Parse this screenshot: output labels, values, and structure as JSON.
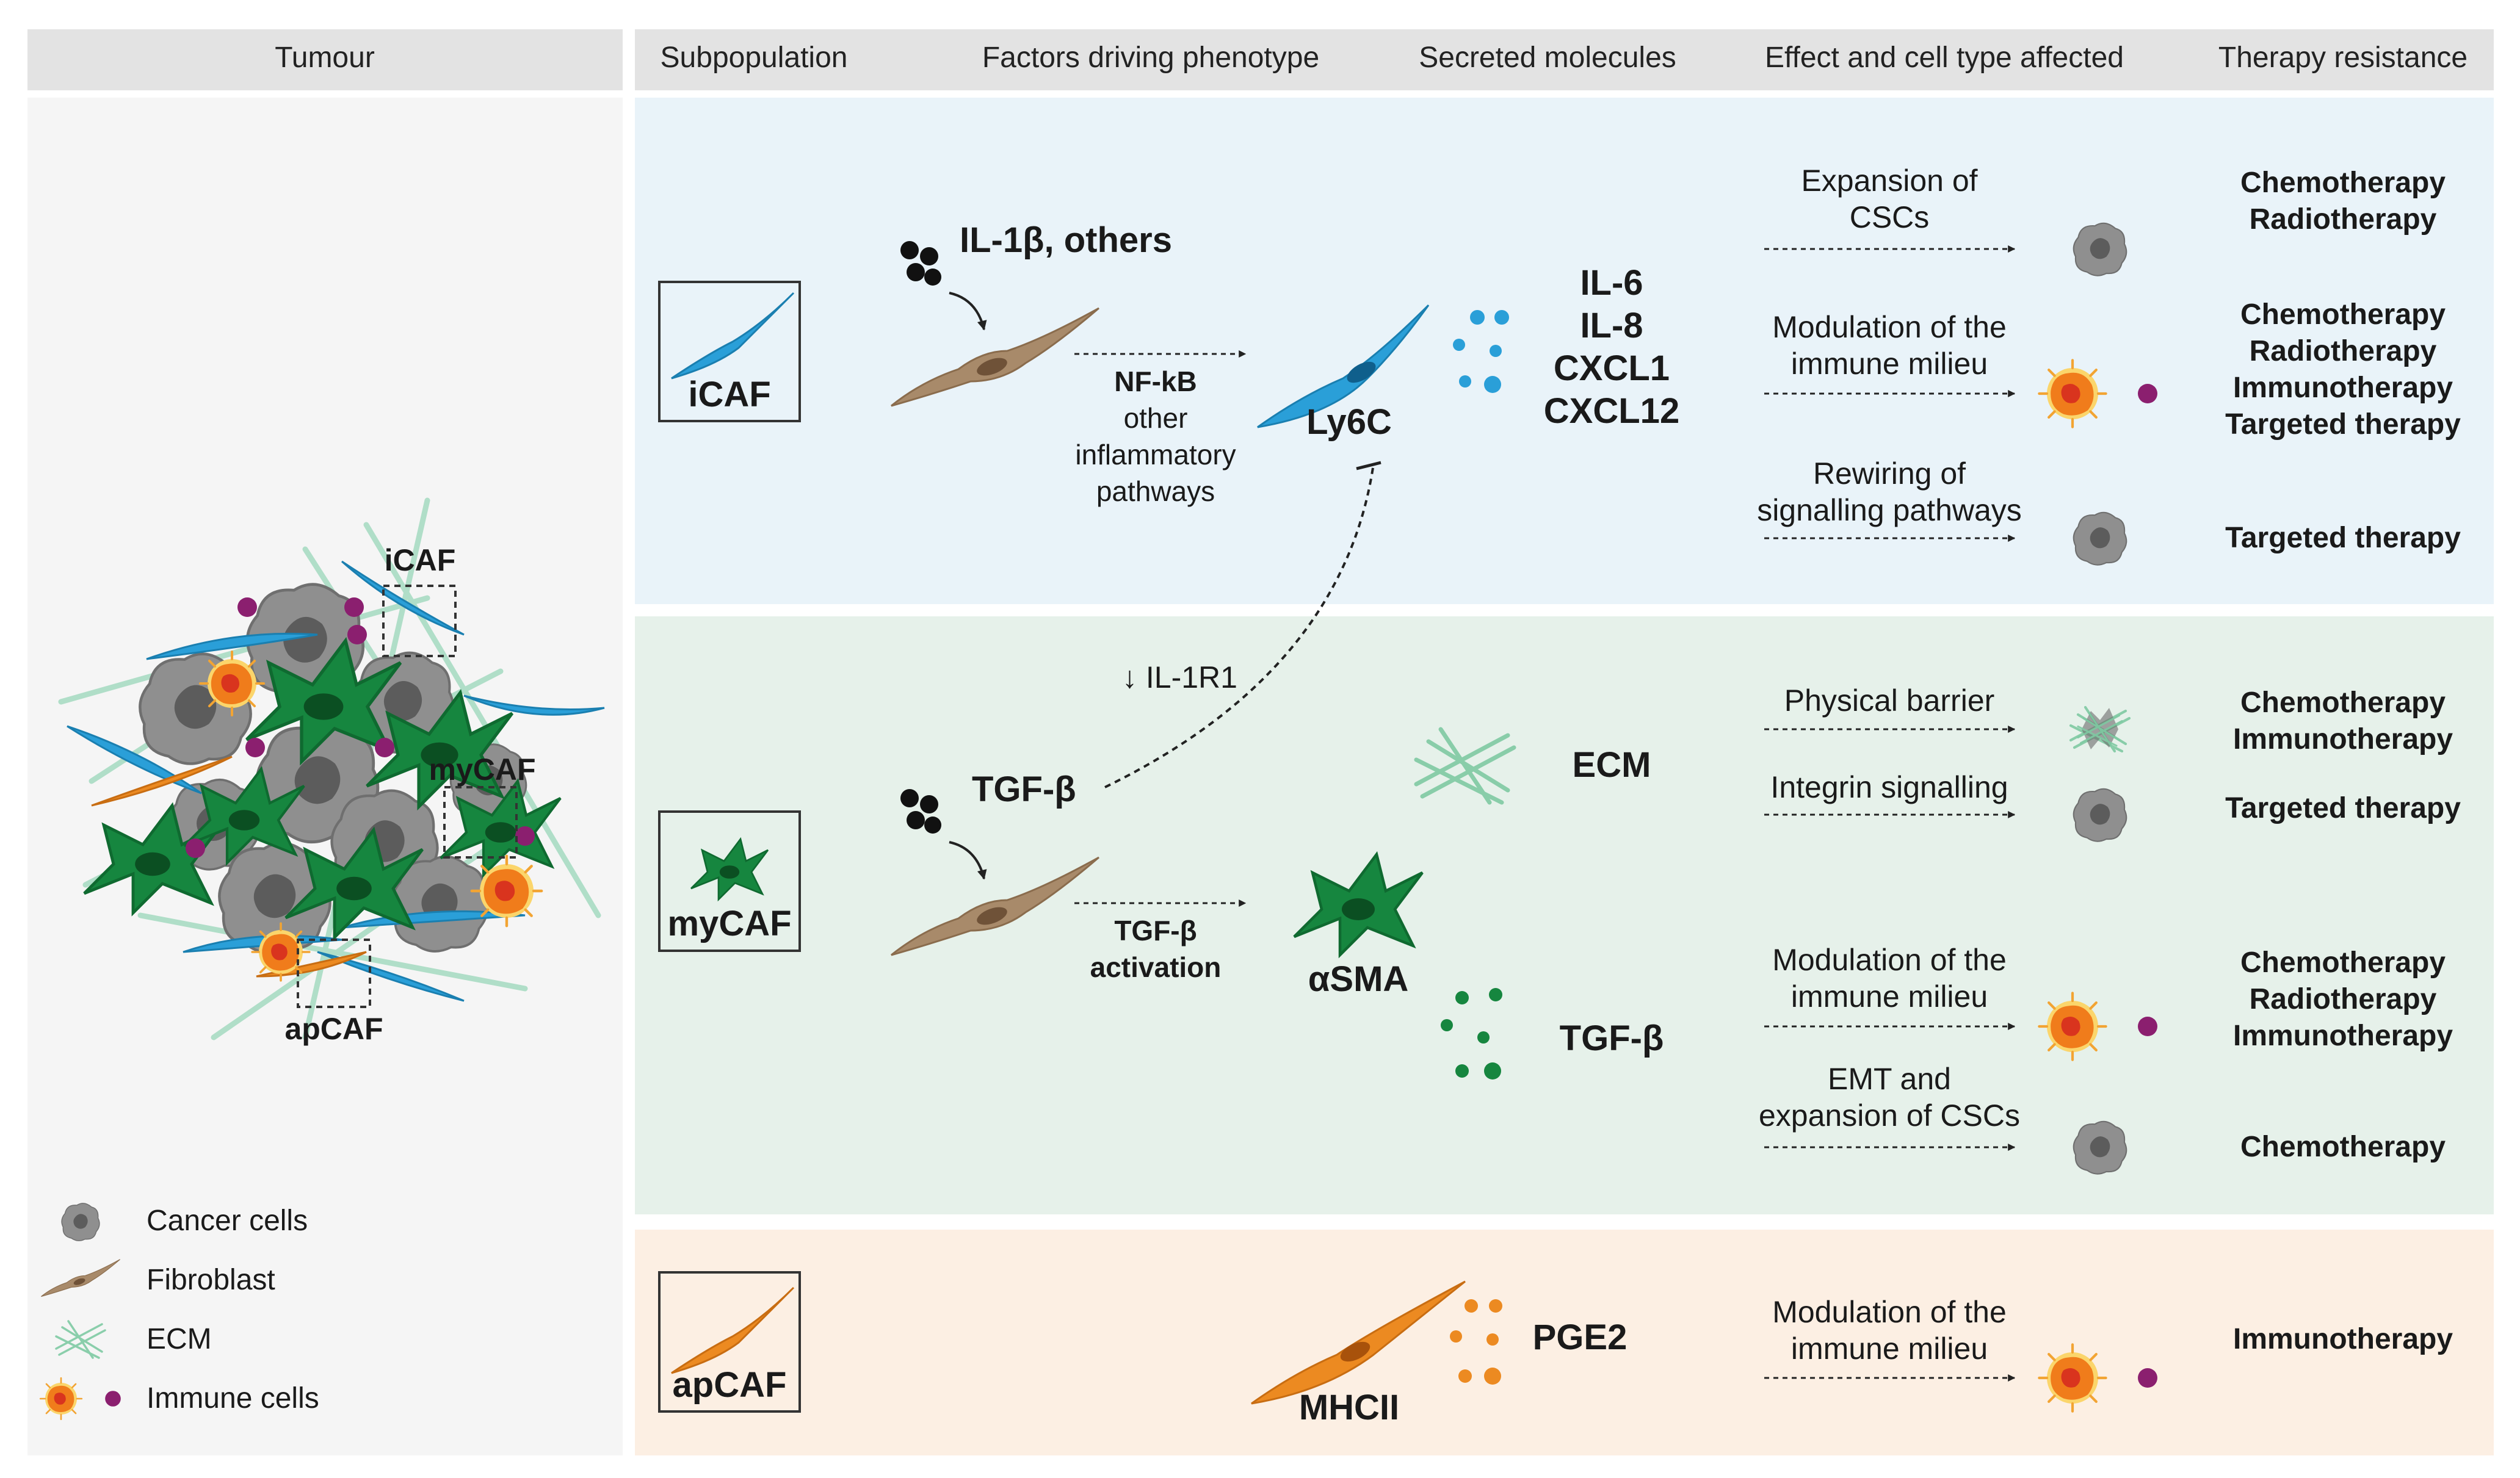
{
  "headers": {
    "tumour": "Tumour",
    "subpopulation": "Subpopulation",
    "factors": "Factors driving phenotype",
    "secreted": "Secreted molecules",
    "effect": "Effect and cell type affected",
    "therapy": "Therapy resistance"
  },
  "tumour_panel": {
    "labels": {
      "icaf": "iCAF",
      "mycaf": "myCAF",
      "apcaf": "apCAF"
    },
    "legend": [
      {
        "icon": "cancer-cell-icon",
        "label": "Cancer cells"
      },
      {
        "icon": "fibroblast-icon",
        "label": "Fibroblast"
      },
      {
        "icon": "ecm-icon",
        "label": "ECM"
      },
      {
        "icon": "immune-cells-icon",
        "label": "Immune cells"
      }
    ]
  },
  "icaf": {
    "name": "iCAF",
    "driver": "IL-1β, others",
    "pathway": [
      "NF-kB",
      "other",
      "inflammatory",
      "pathways"
    ],
    "marker": "Ly6C",
    "secreted": [
      "IL-6",
      "IL-8",
      "CXCL1",
      "CXCL12"
    ],
    "effects": [
      {
        "text": [
          "Expansion of",
          "CSCs"
        ],
        "target": "cancer-cell-icon",
        "therapy": [
          "Chemotherapy",
          "Radiotherapy"
        ]
      },
      {
        "text": [
          "Modulation of the",
          "immune milieu"
        ],
        "target": "immune-cells-icon",
        "therapy": [
          "Chemotherapy",
          "Radiotherapy",
          "Immunotherapy",
          "Targeted therapy"
        ]
      },
      {
        "text": [
          "Rewiring of",
          "signalling pathways"
        ],
        "target": "cancer-cell-icon",
        "therapy": [
          "Targeted therapy"
        ]
      }
    ]
  },
  "mycaf": {
    "name": "myCAF",
    "driver": "TGF-β",
    "inhibition": "↓ IL-1R1",
    "pathway": [
      "TGF-β",
      "activation"
    ],
    "marker": "αSMA",
    "secreted": [
      "ECM",
      "TGF-β"
    ],
    "effects": [
      {
        "text": [
          "Physical barrier"
        ],
        "target": "ecm-icon",
        "therapy": [
          "Chemotherapy",
          "Immunotherapy"
        ]
      },
      {
        "text": [
          "Integrin signalling"
        ],
        "target": "cancer-cell-icon",
        "therapy": [
          "Targeted therapy"
        ]
      },
      {
        "text": [
          "Modulation of the",
          "immune milieu"
        ],
        "target": "immune-cells-icon",
        "therapy": [
          "Chemotherapy",
          "Radiotherapy",
          "Immunotherapy"
        ]
      },
      {
        "text": [
          "EMT and",
          "expansion of CSCs"
        ],
        "target": "cancer-cell-icon",
        "therapy": [
          "Chemotherapy"
        ]
      }
    ]
  },
  "apcaf": {
    "name": "apCAF",
    "marker": "MHCII",
    "secreted": [
      "PGE2"
    ],
    "effects": [
      {
        "text": [
          "Modulation of the",
          "immune milieu"
        ],
        "target": "immune-cells-icon",
        "therapy": [
          "Immunotherapy"
        ]
      }
    ]
  },
  "colors": {
    "icaf_band": "#e9f3f9",
    "mycaf_band": "#e6f1ea",
    "apcaf_band": "#fcefe3",
    "header_bg": "#e3e3e3",
    "icaf_cell": "#2a9fd8",
    "mycaf_cell": "#16863f",
    "apcaf_cell": "#ec8a21",
    "fibroblast": "#a88a6a",
    "cancer": "#8c8c8c",
    "immune": "#f39a26",
    "immune_dot": "#8b1f6f",
    "ecm": "#8fd1b0"
  }
}
